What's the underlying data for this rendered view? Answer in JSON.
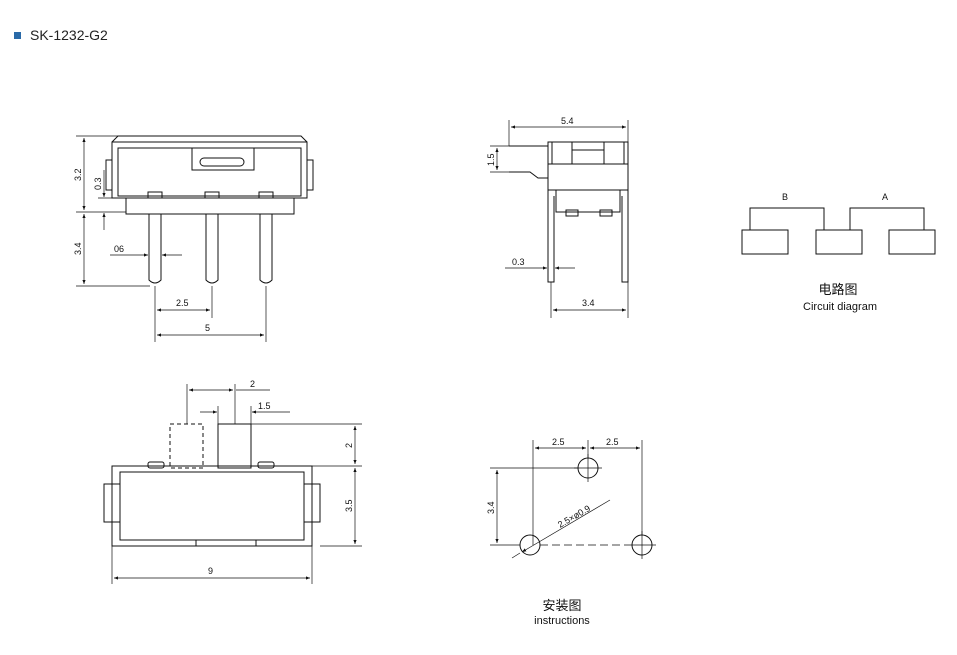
{
  "header": {
    "model": "SK-1232-G2",
    "bullet_color": "#2a6aa8"
  },
  "front_view": {
    "dim_height_top": "3.2",
    "dim_pin_step": "0.3",
    "dim_pin_length": "3.4",
    "dim_pin_width": "06",
    "dim_pitch": "2.5",
    "dim_span": "5"
  },
  "side_view": {
    "dim_width": "5.4",
    "dim_actuator": "1.5",
    "dim_pin_thickness": "0.3",
    "dim_pin_offset": "3.4"
  },
  "circuit": {
    "label_b": "B",
    "label_a": "A",
    "title_cn": "电路图",
    "title_en": "Circuit diagram"
  },
  "top_view": {
    "dim_travel": "2",
    "dim_knob": "1.5",
    "dim_knob_height": "2",
    "dim_body_height": "3.5",
    "dim_body_length": "9"
  },
  "mounting": {
    "dim_pitch_left": "2.5",
    "dim_pitch_right": "2.5",
    "dim_row_offset": "3.4",
    "dim_hole": "2.5×ø0.9",
    "title_cn": "安装图",
    "title_en": "instructions"
  }
}
